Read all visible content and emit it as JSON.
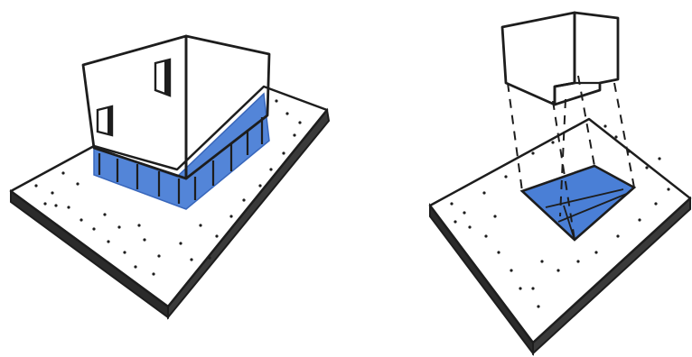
{
  "figure": {
    "panels": [
      {
        "id": "left",
        "depicts": "box-volume-on-pilotis",
        "tint": "blue"
      },
      {
        "id": "right",
        "depicts": "lifted-volume-with-projected-footprint",
        "tint": "blue"
      }
    ]
  },
  "colors": {
    "ink": "#1d1d1d",
    "paper": "#ffffff",
    "slab_top": "#ffffff",
    "slab_shadow": "#2b2b2b",
    "blue_fill": "#4a7fd6",
    "blue_dark": "#2f5fb8"
  }
}
